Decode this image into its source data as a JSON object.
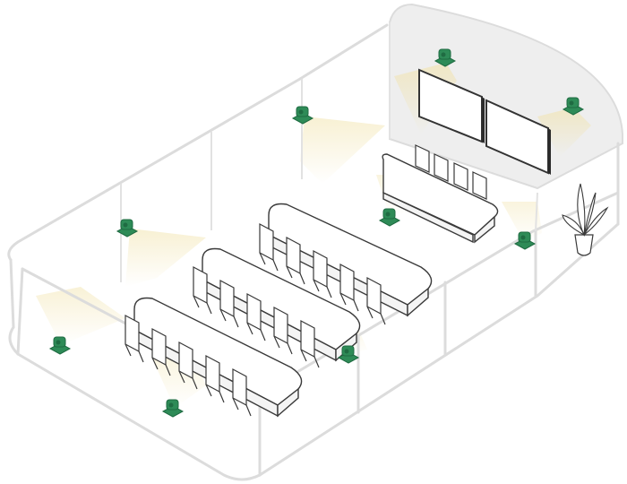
{
  "diagram": {
    "elements": {
      "cameras": [
        "camera-icon",
        "camera-icon",
        "camera-icon",
        "camera-icon",
        "camera-icon",
        "camera-icon",
        "camera-icon",
        "camera-icon",
        "camera-icon",
        "camera-icon"
      ],
      "screens": [
        "display-screen",
        "display-screen"
      ],
      "tables": [
        "conference-table",
        "conference-table",
        "conference-table",
        "presenter-desk"
      ],
      "plant": "plant-icon"
    },
    "colors": {
      "camera": "#2e8b57",
      "camera_dark": "#1f6b42",
      "beam": "#f3e7b6",
      "wall": "#dcdcdc",
      "back_wall": "#eeeeee",
      "line": "#3a3a3a"
    }
  }
}
